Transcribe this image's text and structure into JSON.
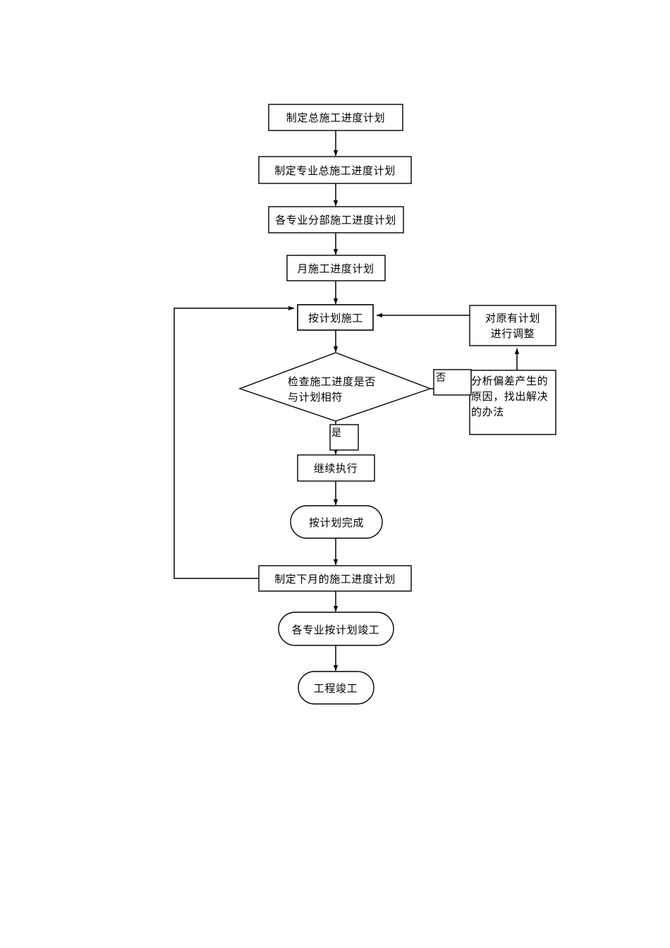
{
  "diagram": {
    "type": "flowchart",
    "orientation": "top-to-bottom",
    "nodes": [
      {
        "id": "n1",
        "shape": "rectangle",
        "label": "制定总施工进度计划"
      },
      {
        "id": "n2",
        "shape": "rectangle",
        "label": "制定专业总施工进度计划"
      },
      {
        "id": "n3",
        "shape": "rectangle",
        "label": "各专业分部施工进度计划"
      },
      {
        "id": "n4",
        "shape": "rectangle",
        "label": "月施工进度计划"
      },
      {
        "id": "n5",
        "shape": "rectangle",
        "label": "按计划施工"
      },
      {
        "id": "n6",
        "shape": "diamond",
        "label_line1": "检查施工进度是否",
        "label_line2": "与计划相符"
      },
      {
        "id": "n7",
        "shape": "rectangle",
        "label_line1": "对原有计划",
        "label_line2": "进行调整"
      },
      {
        "id": "n8",
        "shape": "rectangle",
        "label_line1": "分析偏差产生的",
        "label_line2": "原因，找出解决",
        "label_line3": "的办法"
      },
      {
        "id": "n9",
        "shape": "rectangle",
        "label": "继续执行"
      },
      {
        "id": "n10",
        "shape": "rounded",
        "label": "按计划完成"
      },
      {
        "id": "n11",
        "shape": "rectangle",
        "label": "制定下月的施工进度计划"
      },
      {
        "id": "n12",
        "shape": "rounded",
        "label": "各专业按计划竣工"
      },
      {
        "id": "n13",
        "shape": "rounded",
        "label": "工程竣工"
      }
    ],
    "edge_labels": {
      "no": "否",
      "yes": "是"
    },
    "colors": {
      "stroke": "#000000",
      "fill": "#ffffff",
      "text": "#000000"
    }
  }
}
